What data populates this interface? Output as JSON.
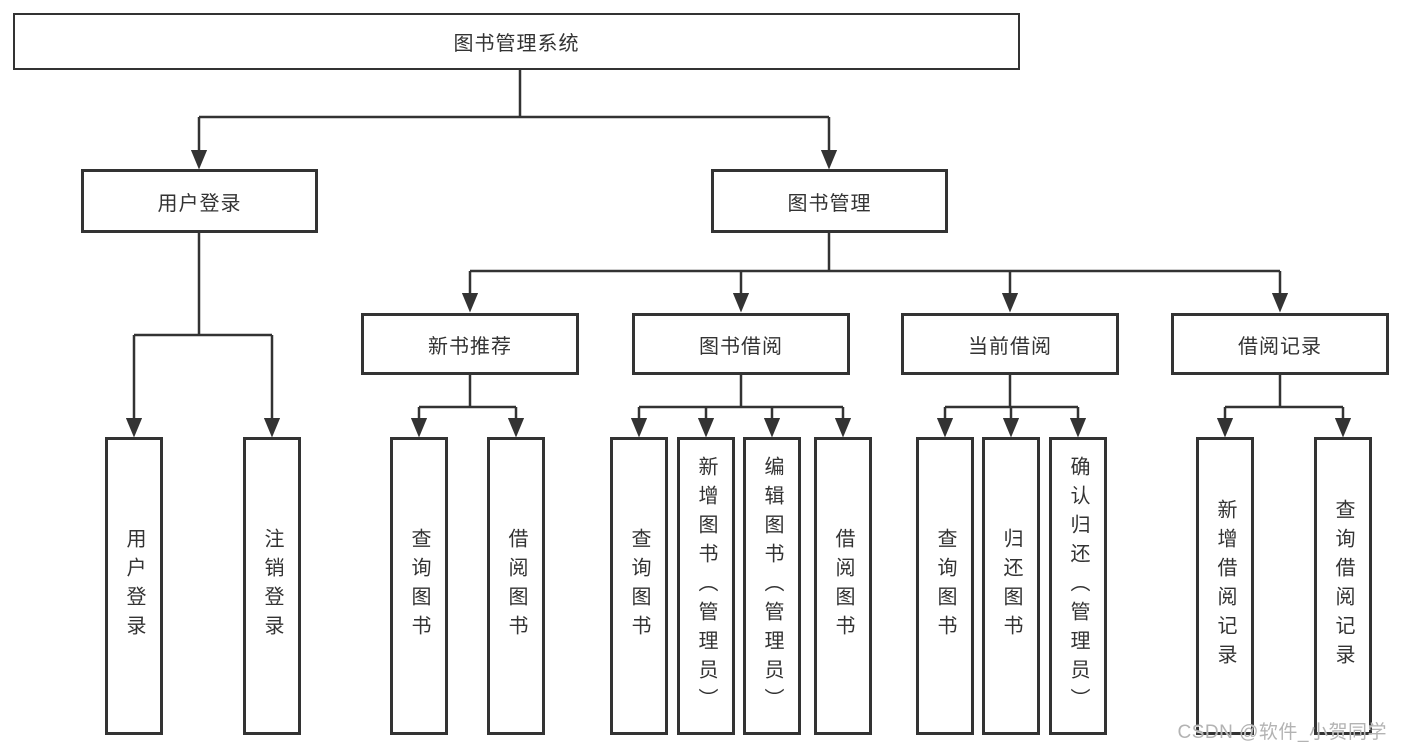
{
  "diagram": {
    "type": "hierarchy-tree",
    "root": {
      "label": "图书管理系统"
    },
    "level2": [
      {
        "label": "用户登录",
        "leaves": [
          "用户登录",
          "注销登录"
        ]
      },
      {
        "label": "图书管理",
        "children": [
          {
            "label": "新书推荐",
            "leaves": [
              "查询图书",
              "借阅图书"
            ]
          },
          {
            "label": "图书借阅",
            "leaves": [
              "查询图书",
              "新增图书（管理员）",
              "编辑图书（管理员）",
              "借阅图书"
            ]
          },
          {
            "label": "当前借阅",
            "leaves": [
              "查询图书",
              "归还图书",
              "确认归还（管理员）"
            ]
          },
          {
            "label": "借阅记录",
            "leaves": [
              "新增借阅记录",
              "查询借阅记录"
            ]
          }
        ]
      }
    ]
  },
  "watermark": {
    "text": "CSDN @软件_小贺同学"
  },
  "colors": {
    "line": "#333333",
    "border": "#333333",
    "text": "#333333",
    "watermark": "#b3b3b3",
    "background": "#ffffff"
  }
}
